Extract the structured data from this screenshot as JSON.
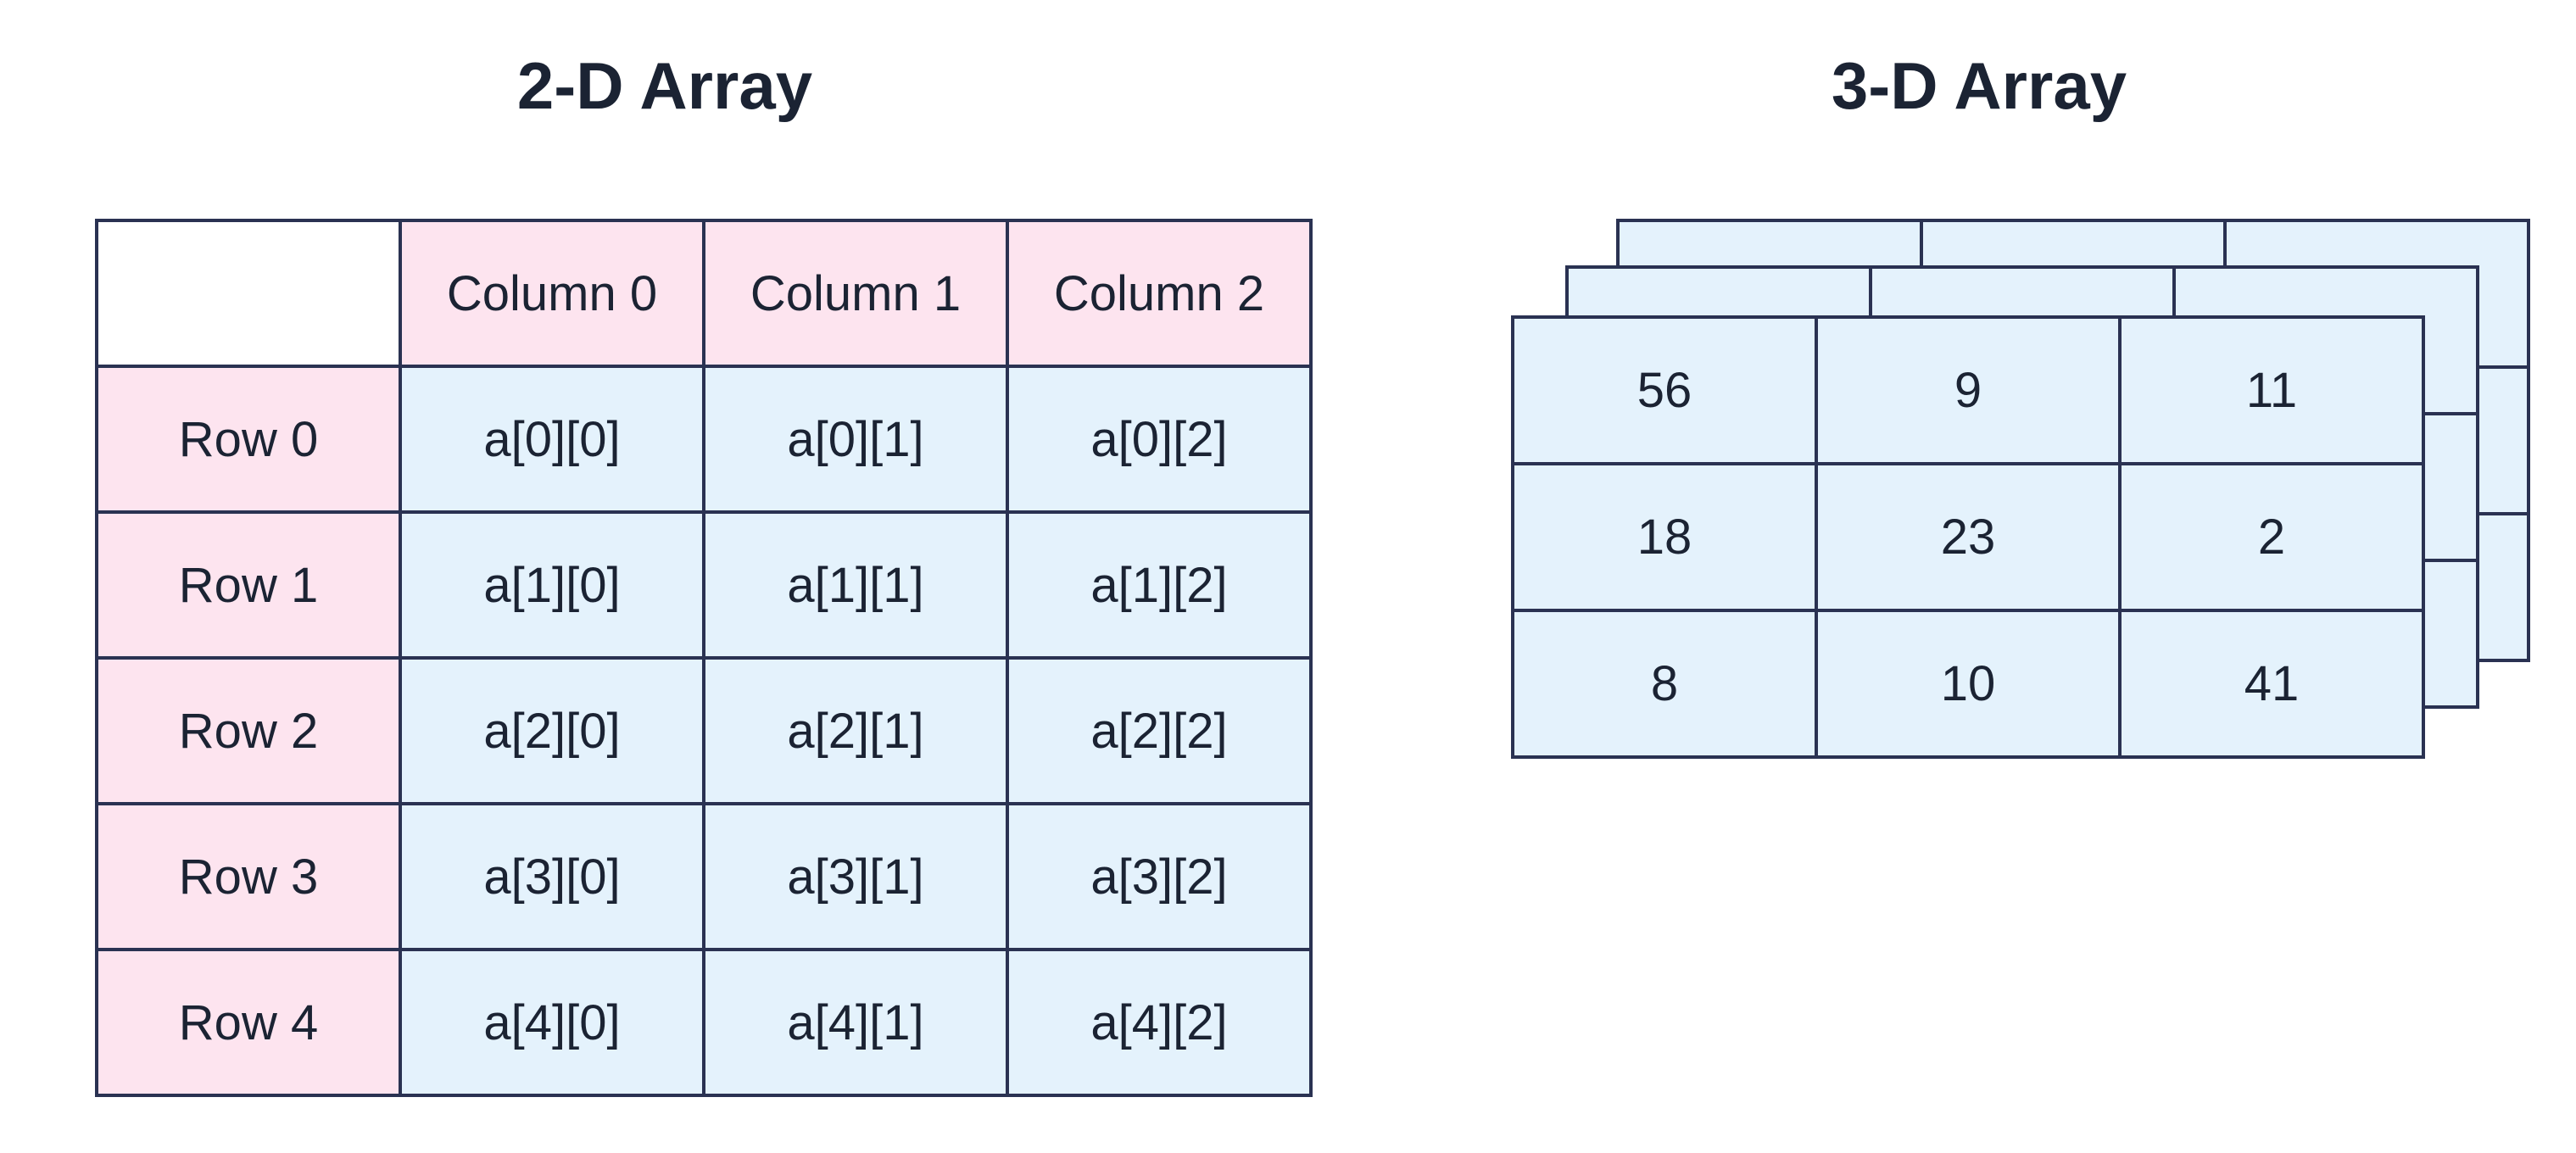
{
  "left_panel": {
    "title": "2-D Array",
    "column_headers": [
      "Column 0",
      "Column 1",
      "Column 2"
    ],
    "rows": [
      {
        "label": "Row 0",
        "cells": [
          "a[0][0]",
          "a[0][1]",
          "a[0][2]"
        ]
      },
      {
        "label": "Row 1",
        "cells": [
          "a[1][0]",
          "a[1][1]",
          "a[1][2]"
        ]
      },
      {
        "label": "Row 2",
        "cells": [
          "a[2][0]",
          "a[2][1]",
          "a[2][2]"
        ]
      },
      {
        "label": "Row 3",
        "cells": [
          "a[3][0]",
          "a[3][1]",
          "a[3][2]"
        ]
      },
      {
        "label": "Row 4",
        "cells": [
          "a[4][0]",
          "a[4][1]",
          "a[4][2]"
        ]
      }
    ]
  },
  "right_panel": {
    "title": "3-D Array",
    "front_layer": [
      [
        "56",
        "9",
        "11"
      ],
      [
        "18",
        "23",
        "2"
      ],
      [
        "8",
        "10",
        "41"
      ]
    ]
  },
  "colors": {
    "header_fill": "#fde4ef",
    "cell_fill": "#e4f2fc",
    "border": "#2a3252",
    "text": "#1b2333"
  }
}
